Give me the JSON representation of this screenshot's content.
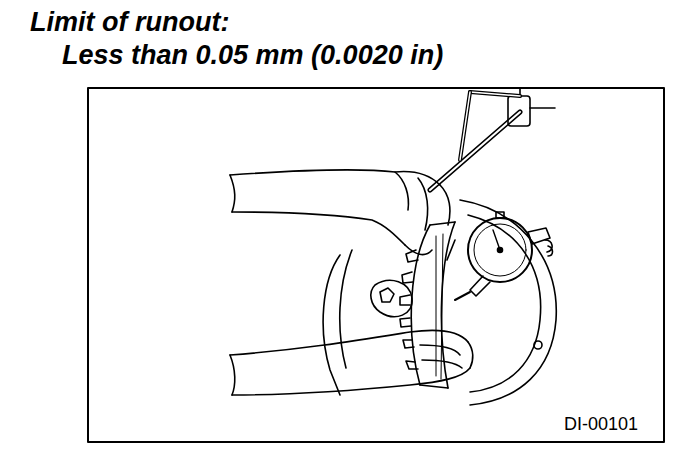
{
  "diagram": {
    "labels": [
      "Limit of runout:",
      "Less than 0.05 mm (0.0020 in)",
      "DI-00101"
    ]
  }
}
